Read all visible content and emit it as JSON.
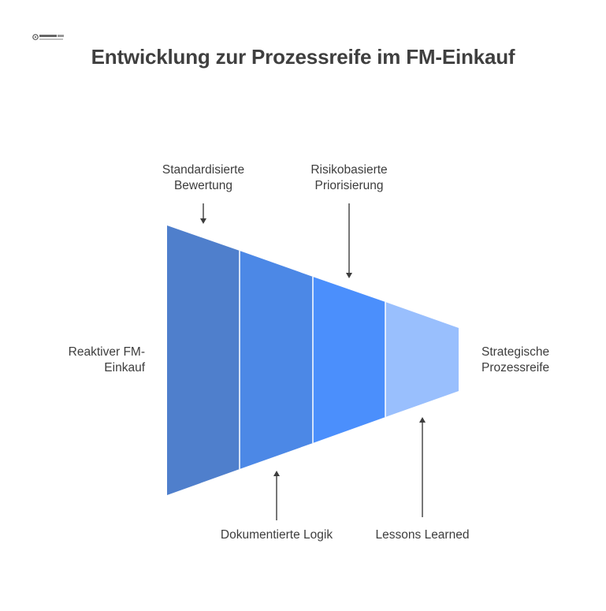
{
  "title": "Entwicklung zur Prozessreife im FM-Einkauf",
  "logo": {
    "icon": "company-logo"
  },
  "start_label": "Reaktiver FM-\nEinkauf",
  "end_label": "Strategische\nProzessreife",
  "stages": [
    {
      "label": "Standardisierte\nBewertung",
      "color": "#4f7fcc"
    },
    {
      "label": "Dokumentierte Logik",
      "color": "#4c88e6"
    },
    {
      "label": "Risikobasierte\nPriorisierung",
      "color": "#4b8ffc"
    },
    {
      "label": "Lessons Learned",
      "color": "#99bffd"
    }
  ],
  "colors": {
    "divider": "#ffffff",
    "arrow": "#3d3d3d",
    "text": "#3d3d3d"
  }
}
